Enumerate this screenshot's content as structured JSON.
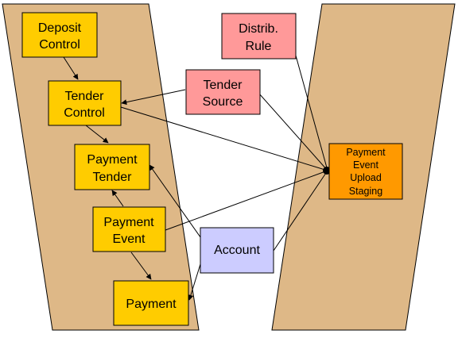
{
  "colors": {
    "band_fill": "#deb887",
    "band_stroke": "#000000",
    "entity_yellow": "#ffcc00",
    "entity_pink": "#ff9999",
    "entity_lavender": "#ccccff",
    "staging_orange": "#ff9900",
    "line": "#000000"
  },
  "nodes": {
    "deposit_control": {
      "line1": "Deposit",
      "line2": "Control"
    },
    "tender_control": {
      "line1": "Tender",
      "line2": "Control"
    },
    "payment_tender": {
      "line1": "Payment",
      "line2": "Tender"
    },
    "payment_event": {
      "line1": "Payment",
      "line2": "Event"
    },
    "payment": {
      "line1": "Payment"
    },
    "distrib_rule": {
      "line1": "Distrib.",
      "line2": "Rule"
    },
    "tender_source": {
      "line1": "Tender",
      "line2": "Source"
    },
    "account": {
      "line1": "Account"
    },
    "staging": {
      "line1": "Payment",
      "line2": "Event",
      "line3": "Upload",
      "line4": "Staging"
    }
  }
}
